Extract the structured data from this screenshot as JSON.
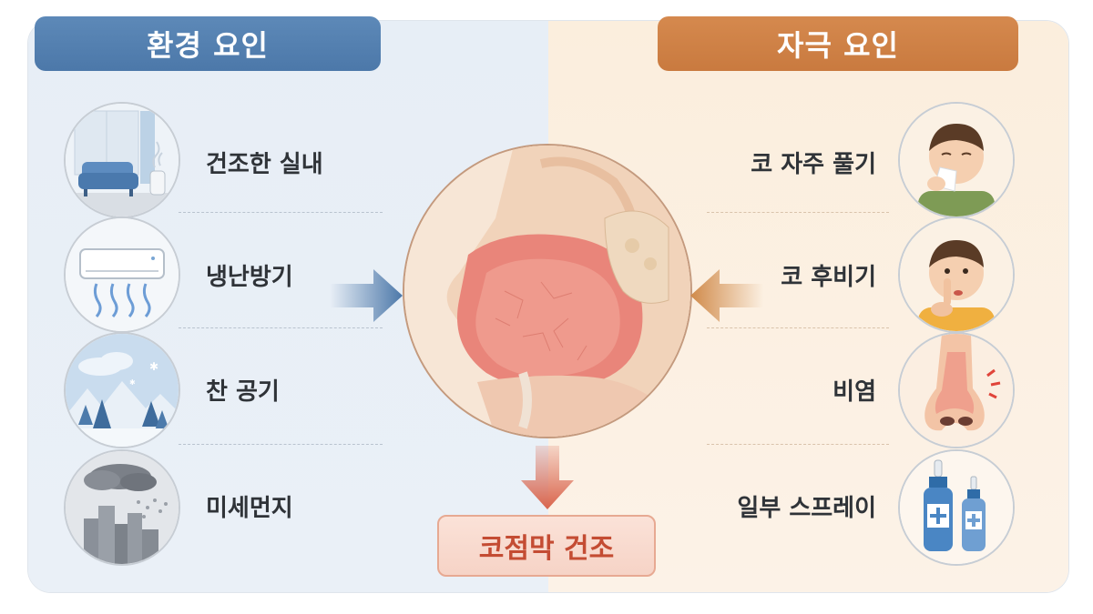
{
  "left_panel": {
    "title": "환경 요인",
    "items": [
      {
        "label": "건조한 실내",
        "icon": "living-room-icon"
      },
      {
        "label": "냉난방기",
        "icon": "air-conditioner-icon"
      },
      {
        "label": "찬 공기",
        "icon": "snowy-landscape-icon"
      },
      {
        "label": "미세먼지",
        "icon": "fine-dust-city-icon"
      }
    ]
  },
  "right_panel": {
    "title": "자극 요인",
    "items": [
      {
        "label": "코 자주 풀기",
        "icon": "nose-blowing-boy-icon"
      },
      {
        "label": "코 후비기",
        "icon": "nose-picking-boy-icon"
      },
      {
        "label": "비염",
        "icon": "inflamed-nose-icon"
      },
      {
        "label": "일부 스프레이",
        "icon": "nasal-spray-icon"
      }
    ]
  },
  "center": {
    "icon": "nasal-cavity-cross-section-icon"
  },
  "result": {
    "label": "코점막 건조"
  },
  "colors": {
    "left_accent": "#4c78a9",
    "right_accent": "#c97a3f",
    "result_text": "#c44c33"
  }
}
